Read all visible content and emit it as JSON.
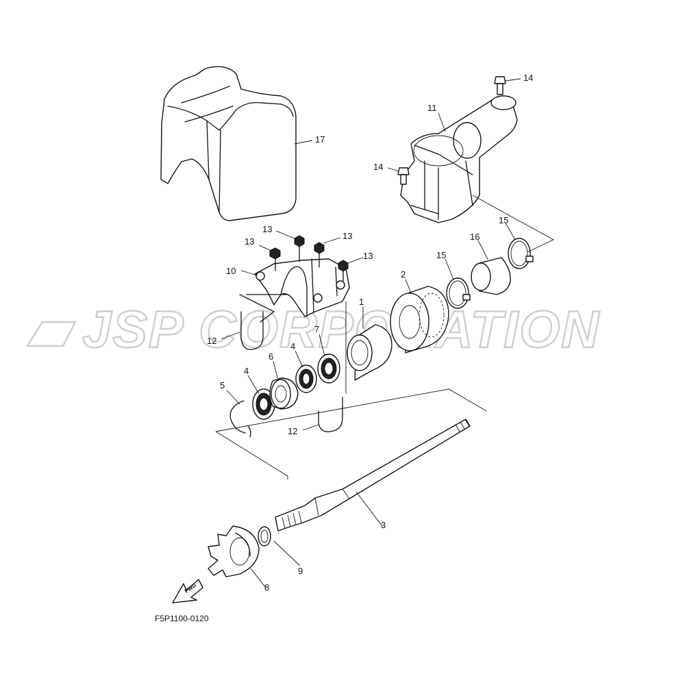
{
  "diagram": {
    "code": "F5P1100-0120",
    "watermark": "JSP CORPORATION",
    "fwd_label": "FWD"
  },
  "callouts": [
    {
      "id": "c1",
      "text": "1"
    },
    {
      "id": "c2",
      "text": "2"
    },
    {
      "id": "c3",
      "text": "3"
    },
    {
      "id": "c4a",
      "text": "4"
    },
    {
      "id": "c4b",
      "text": "4"
    },
    {
      "id": "c5",
      "text": "5"
    },
    {
      "id": "c6",
      "text": "6"
    },
    {
      "id": "c7",
      "text": "7"
    },
    {
      "id": "c8",
      "text": "8"
    },
    {
      "id": "c9",
      "text": "9"
    },
    {
      "id": "c10",
      "text": "10"
    },
    {
      "id": "c11",
      "text": "11"
    },
    {
      "id": "c12a",
      "text": "12"
    },
    {
      "id": "c12b",
      "text": "12"
    },
    {
      "id": "c13a",
      "text": "13"
    },
    {
      "id": "c13b",
      "text": "13"
    },
    {
      "id": "c13c",
      "text": "13"
    },
    {
      "id": "c13d",
      "text": "13"
    },
    {
      "id": "c14a",
      "text": "14"
    },
    {
      "id": "c14b",
      "text": "14"
    },
    {
      "id": "c15a",
      "text": "15"
    },
    {
      "id": "c15b",
      "text": "15"
    },
    {
      "id": "c16",
      "text": "16"
    },
    {
      "id": "c17",
      "text": "17"
    }
  ]
}
